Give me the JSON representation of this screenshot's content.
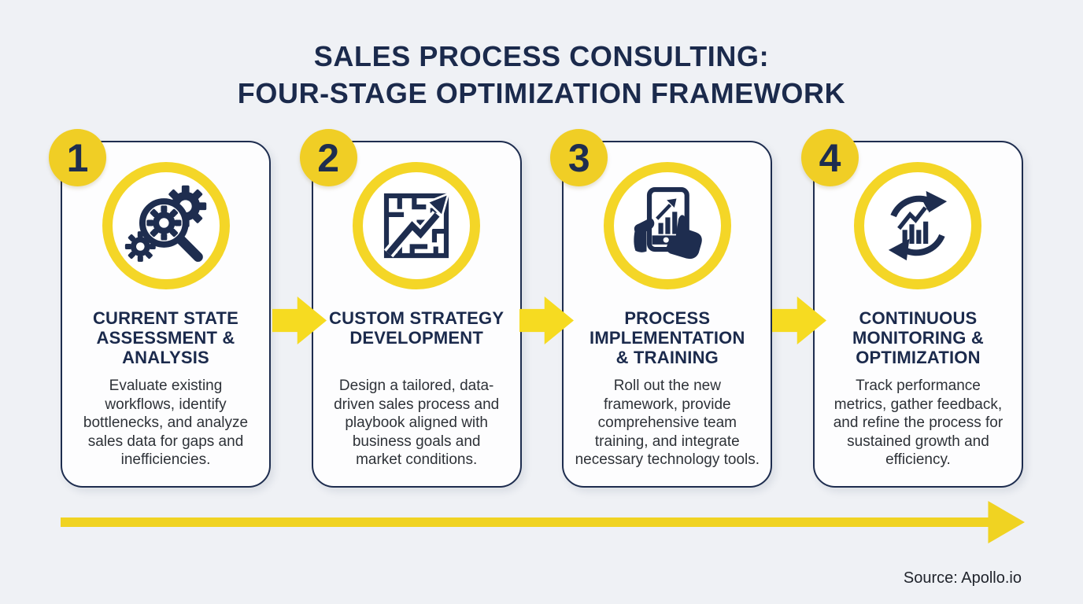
{
  "colors": {
    "page_bg": "#EFF1F5",
    "card_bg": "#FDFDFE",
    "navy": "#1E2D4F",
    "title_text": "#1B2A4C",
    "body_text": "#2E3238",
    "yellow_badge": "#F0CE25",
    "yellow_ring": "#F4D627",
    "yellow_arrow": "#F6DB21",
    "yellow_arrow2": "#F0D322"
  },
  "header": {
    "title_line1": "SALES PROCESS CONSULTING:",
    "title_line2": "FOUR-STAGE OPTIMIZATION FRAMEWORK"
  },
  "stages": [
    {
      "number": "1",
      "icon": "magnifier-gears-icon",
      "title": "CURRENT STATE ASSESSMENT & ANALYSIS",
      "title_lines": [
        "CURRENT STATE",
        "ASSESSMENT &",
        "ANALYSIS"
      ],
      "description": "Evaluate existing workflows, identify bottlenecks, and analyze sales data for gaps and inefficiencies.",
      "description_lines": [
        "Evaluate existing",
        "workflows, identify",
        "bottlenecks, and analyze",
        "sales data for gaps and",
        "inefficiencies."
      ]
    },
    {
      "number": "2",
      "icon": "maze-arrow-icon",
      "title": "CUSTOM STRATEGY DEVELOPMENT",
      "title_lines": [
        "CUSTOM STRATEGY",
        "DEVELOPMENT",
        ""
      ],
      "description": "Design a tailored, data-driven sales process and playbook aligned with business goals and market conditions.",
      "description_lines": [
        "Design a tailored, data-",
        "driven sales process and",
        "playbook aligned with",
        "business goals and",
        "market conditions."
      ]
    },
    {
      "number": "3",
      "icon": "tablet-hands-icon",
      "title": "PROCESS IMPLEMENTATION & TRAINING",
      "title_lines": [
        "PROCESS",
        "IMPLEMENTATION",
        "& TRAINING"
      ],
      "description": "Roll out the new framework, provide comprehensive team training, and integrate necessary technology tools.",
      "description_lines": [
        "Roll out the new",
        "framework, provide",
        "comprehensive team",
        "training, and integrate",
        "necessary technology tools."
      ]
    },
    {
      "number": "4",
      "icon": "cycle-chart-icon",
      "title": "CONTINUOUS MONITORING & OPTIMIZATION",
      "title_lines": [
        "CONTINUOUS",
        "MONITORING &",
        "OPTIMIZATION"
      ],
      "description": "Track performance metrics, gather feedback, and refine the process for sustained growth and efficiency.",
      "description_lines": [
        "Track performance",
        "metrics, gather feedback,",
        "and refine the process for",
        "sustained growth and",
        "efficiency."
      ]
    }
  ],
  "footer": {
    "source": "Source: Apollo.io"
  }
}
